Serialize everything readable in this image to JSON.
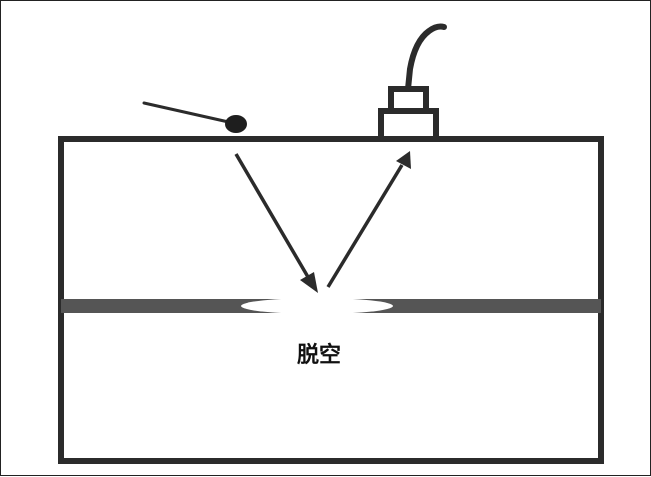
{
  "diagram": {
    "void_label": "脱空",
    "colors": {
      "stroke": "#2b2b2b",
      "interlayer": "#555555",
      "void_fill": "#ffffff",
      "background": "#ffffff"
    },
    "components": {
      "impactor": "impact-hammer-icon",
      "sensor": "sensor-transducer-icon",
      "specimen": "concrete-block",
      "interlayer": "interface-layer",
      "defect": "void-ellipse"
    }
  }
}
